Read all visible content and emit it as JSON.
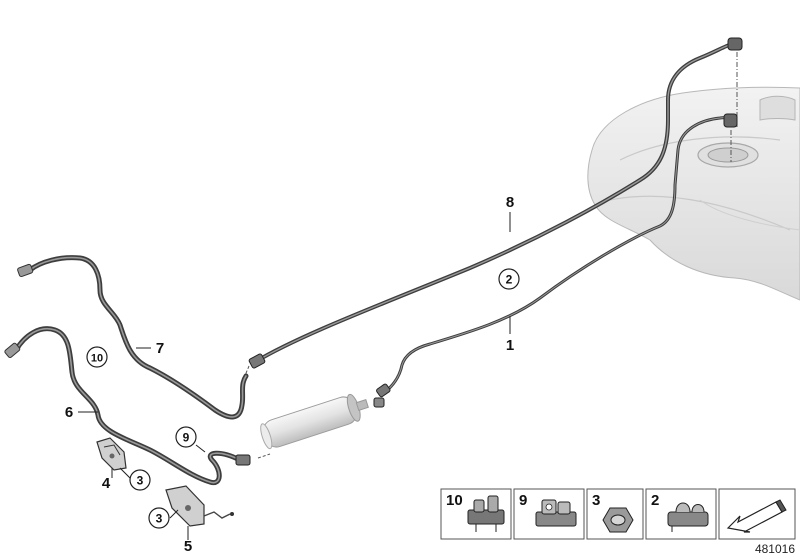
{
  "diagram": {
    "id_number": "481016",
    "callouts": [
      {
        "key": "c1",
        "label": "1"
      },
      {
        "key": "c4",
        "label": "4"
      },
      {
        "key": "c5",
        "label": "5"
      },
      {
        "key": "c6",
        "label": "6"
      },
      {
        "key": "c7",
        "label": "7"
      },
      {
        "key": "c8",
        "label": "8"
      }
    ],
    "circled_callouts": [
      {
        "key": "cc2",
        "label": "2"
      },
      {
        "key": "cc9",
        "label": "9"
      },
      {
        "key": "cc10",
        "label": "10"
      },
      {
        "key": "cc3a",
        "label": "3"
      },
      {
        "key": "cc3b",
        "label": "3"
      }
    ],
    "legend": [
      {
        "label": "10",
        "part": "double-line-clip"
      },
      {
        "label": "9",
        "part": "line-holder-clip"
      },
      {
        "label": "3",
        "part": "hex-nut"
      },
      {
        "label": "2",
        "part": "pipe-clip"
      },
      {
        "label": "",
        "part": "arrow-symbol"
      }
    ],
    "colors": {
      "line": "#3d3d3d",
      "tank": "#e6e6e6",
      "filter": "#dcdcdc",
      "legend_border": "#555555"
    }
  }
}
